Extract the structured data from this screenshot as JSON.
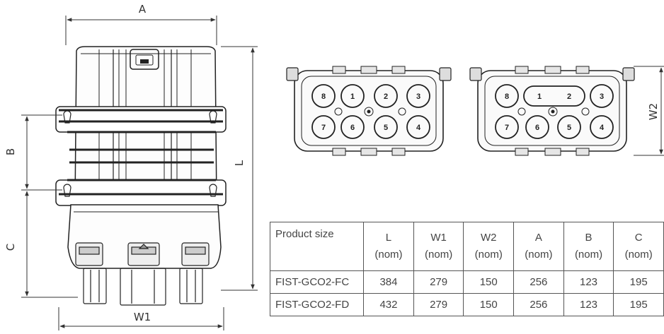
{
  "dimensions": {
    "A": "A",
    "B": "B",
    "C": "C",
    "L": "L",
    "W1": "W1",
    "W2": "W2"
  },
  "ports_left": [
    "8",
    "1",
    "2",
    "3",
    "7",
    "6",
    "5",
    "4"
  ],
  "ports_right": [
    "8",
    "1",
    "2",
    "3",
    "7",
    "6",
    "5",
    "4"
  ],
  "table": {
    "corner": "Product size",
    "columns": [
      {
        "name": "L",
        "unit": "(nom)"
      },
      {
        "name": "W1",
        "unit": "(nom)"
      },
      {
        "name": "W2",
        "unit": "(nom)"
      },
      {
        "name": "A",
        "unit": "(nom)"
      },
      {
        "name": "B",
        "unit": "(nom)"
      },
      {
        "name": "C",
        "unit": "(nom)"
      }
    ],
    "rows": [
      {
        "name": "FIST-GCO2-FC",
        "values": [
          "384",
          "279",
          "150",
          "256",
          "123",
          "195"
        ]
      },
      {
        "name": "FIST-GCO2-FD",
        "values": [
          "432",
          "279",
          "150",
          "256",
          "123",
          "195"
        ]
      }
    ]
  }
}
